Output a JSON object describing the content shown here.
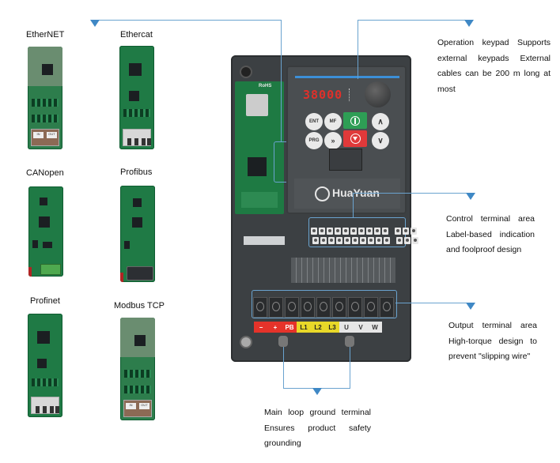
{
  "modules": [
    {
      "name": "EtherNET",
      "connector": "dual-rj45"
    },
    {
      "name": "Ethercat",
      "connector": "quad-rj45"
    },
    {
      "name": "CANopen",
      "connector": "terminal-block"
    },
    {
      "name": "Profibus",
      "connector": "db9"
    },
    {
      "name": "Profinet",
      "connector": "quad-rj45"
    },
    {
      "name": "Modbus TCP",
      "connector": "dual-rj45"
    }
  ],
  "port_labels": {
    "in": "IN",
    "out": "OUT"
  },
  "inverter": {
    "brand": "HuaYuan",
    "display_value": "38000",
    "cert_marks": "RoHS",
    "keypad_buttons": [
      "ENT",
      "MF",
      "PRG",
      "»"
    ],
    "power_terminals": [
      "−",
      "+",
      "PB",
      "L1",
      "L2",
      "L3",
      "U",
      "V",
      "W"
    ]
  },
  "callouts": {
    "keypad": "Operation keypad Supports external keypads External cables can be 200 m long at most",
    "control_terminal": "Control terminal area Label-based indication and foolproof design",
    "output_terminal": "Output terminal area High-torque design to prevent \"slipping wire\"",
    "ground_terminal": "Main loop ground terminal Ensures product safety grounding"
  },
  "colors": {
    "leader_line": "#6aa3cf",
    "arrow": "#3f88c5",
    "run_button": "#2e9e55",
    "stop_button": "#e0393a",
    "display_digits": "#e0302a",
    "terminal_red": "#e5332a",
    "terminal_yellow": "#e8d829",
    "terminal_white": "#e6e6e6"
  }
}
